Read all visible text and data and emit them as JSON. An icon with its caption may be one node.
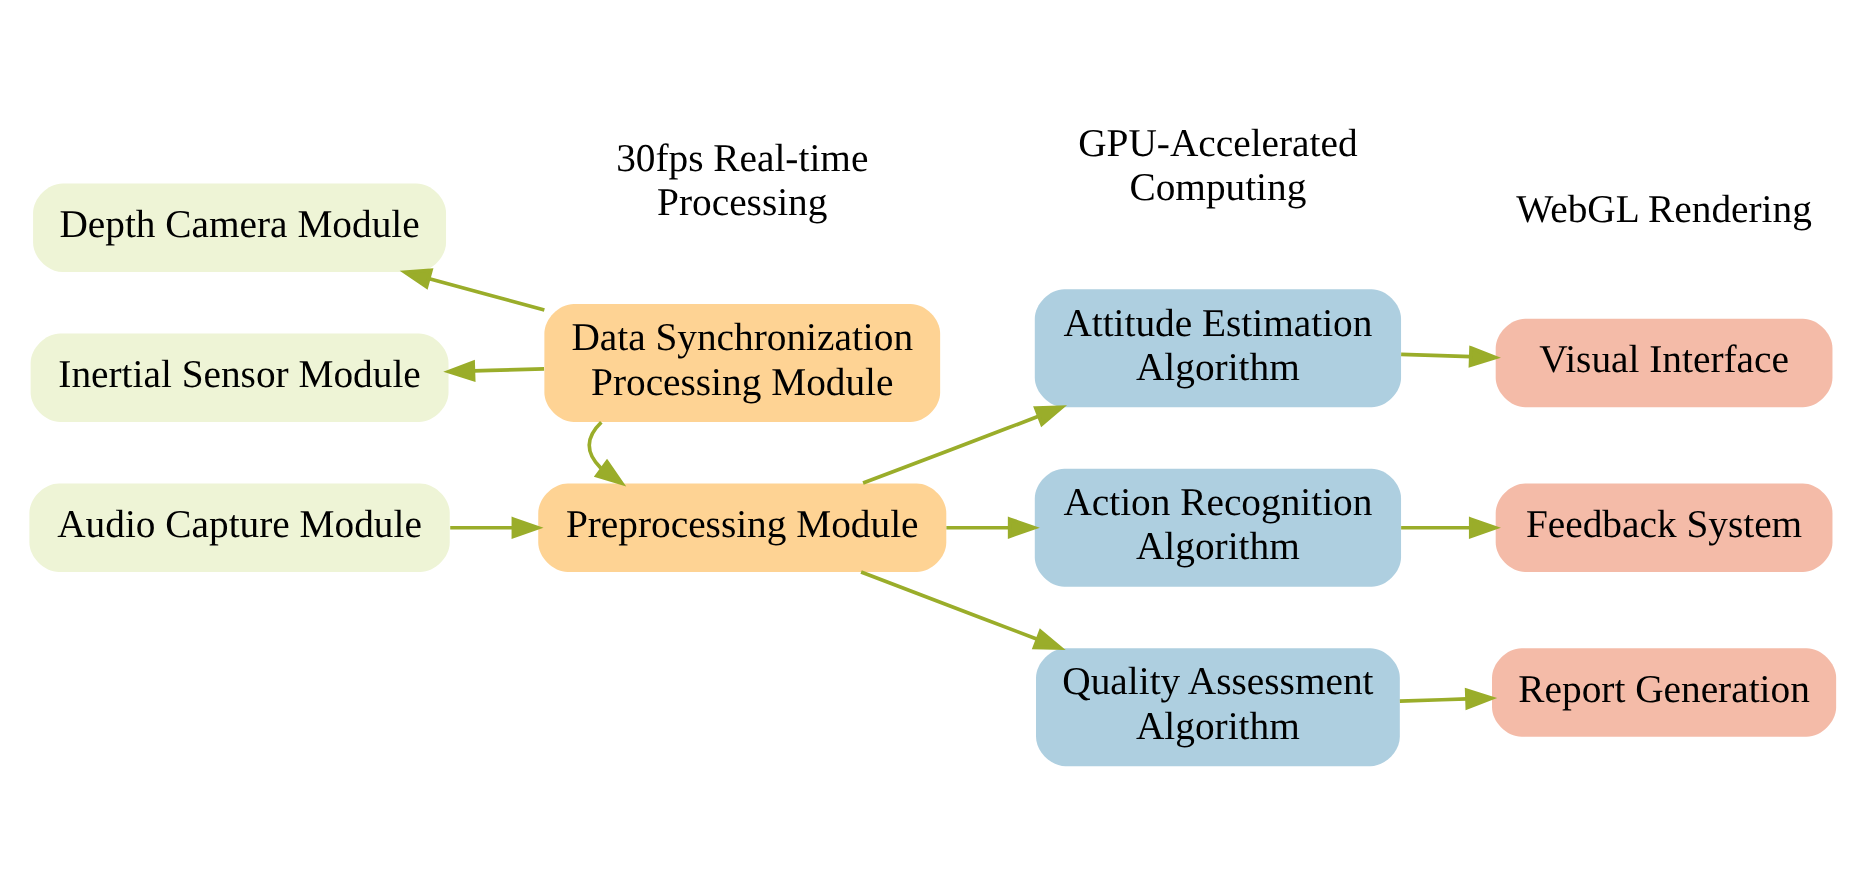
{
  "diagram": {
    "nodes": [
      {
        "text": [
          "Depth Camera Module"
        ]
      },
      {
        "text": [
          "Inertial Sensor Module"
        ]
      },
      {
        "text": [
          "Audio Capture Module"
        ]
      },
      {
        "text": [
          "Data Synchronization Processing Module"
        ]
      },
      {
        "text": [
          "Preprocessing Module"
        ]
      },
      {
        "text": [
          "Attitude Estimation Algorithm"
        ]
      },
      {
        "text": [
          "Action Recognition Algorithm"
        ]
      },
      {
        "text": [
          "Quality Assessment Algorithm"
        ]
      },
      {
        "text": [
          "Visual Interface"
        ]
      },
      {
        "text": [
          "Feedback System"
        ]
      },
      {
        "text": [
          "Report Generation"
        ]
      }
    ],
    "edges": [
      {
        "from": 3,
        "to": 0,
        "arrow": "to"
      },
      {
        "from": 3,
        "to": 1,
        "arrow": "to"
      },
      {
        "from": 3,
        "to": 4,
        "arrow": "to"
      },
      {
        "from": 2,
        "to": 4,
        "arrow": "to"
      },
      {
        "from": 4,
        "to": 5,
        "arrow": "to"
      },
      {
        "from": 4,
        "to": 6,
        "arrow": "to"
      },
      {
        "from": 4,
        "to": 7,
        "arrow": "to"
      },
      {
        "from": 5,
        "to": 8,
        "arrow": "to"
      },
      {
        "from": 6,
        "to": 9,
        "arrow": "to"
      },
      {
        "from": 7,
        "to": 10,
        "arrow": "to"
      }
    ],
    "labels": [
      "30fps Real-time Processing",
      "GPU-Accelerated Computing",
      "WebGL Rendering"
    ]
  }
}
